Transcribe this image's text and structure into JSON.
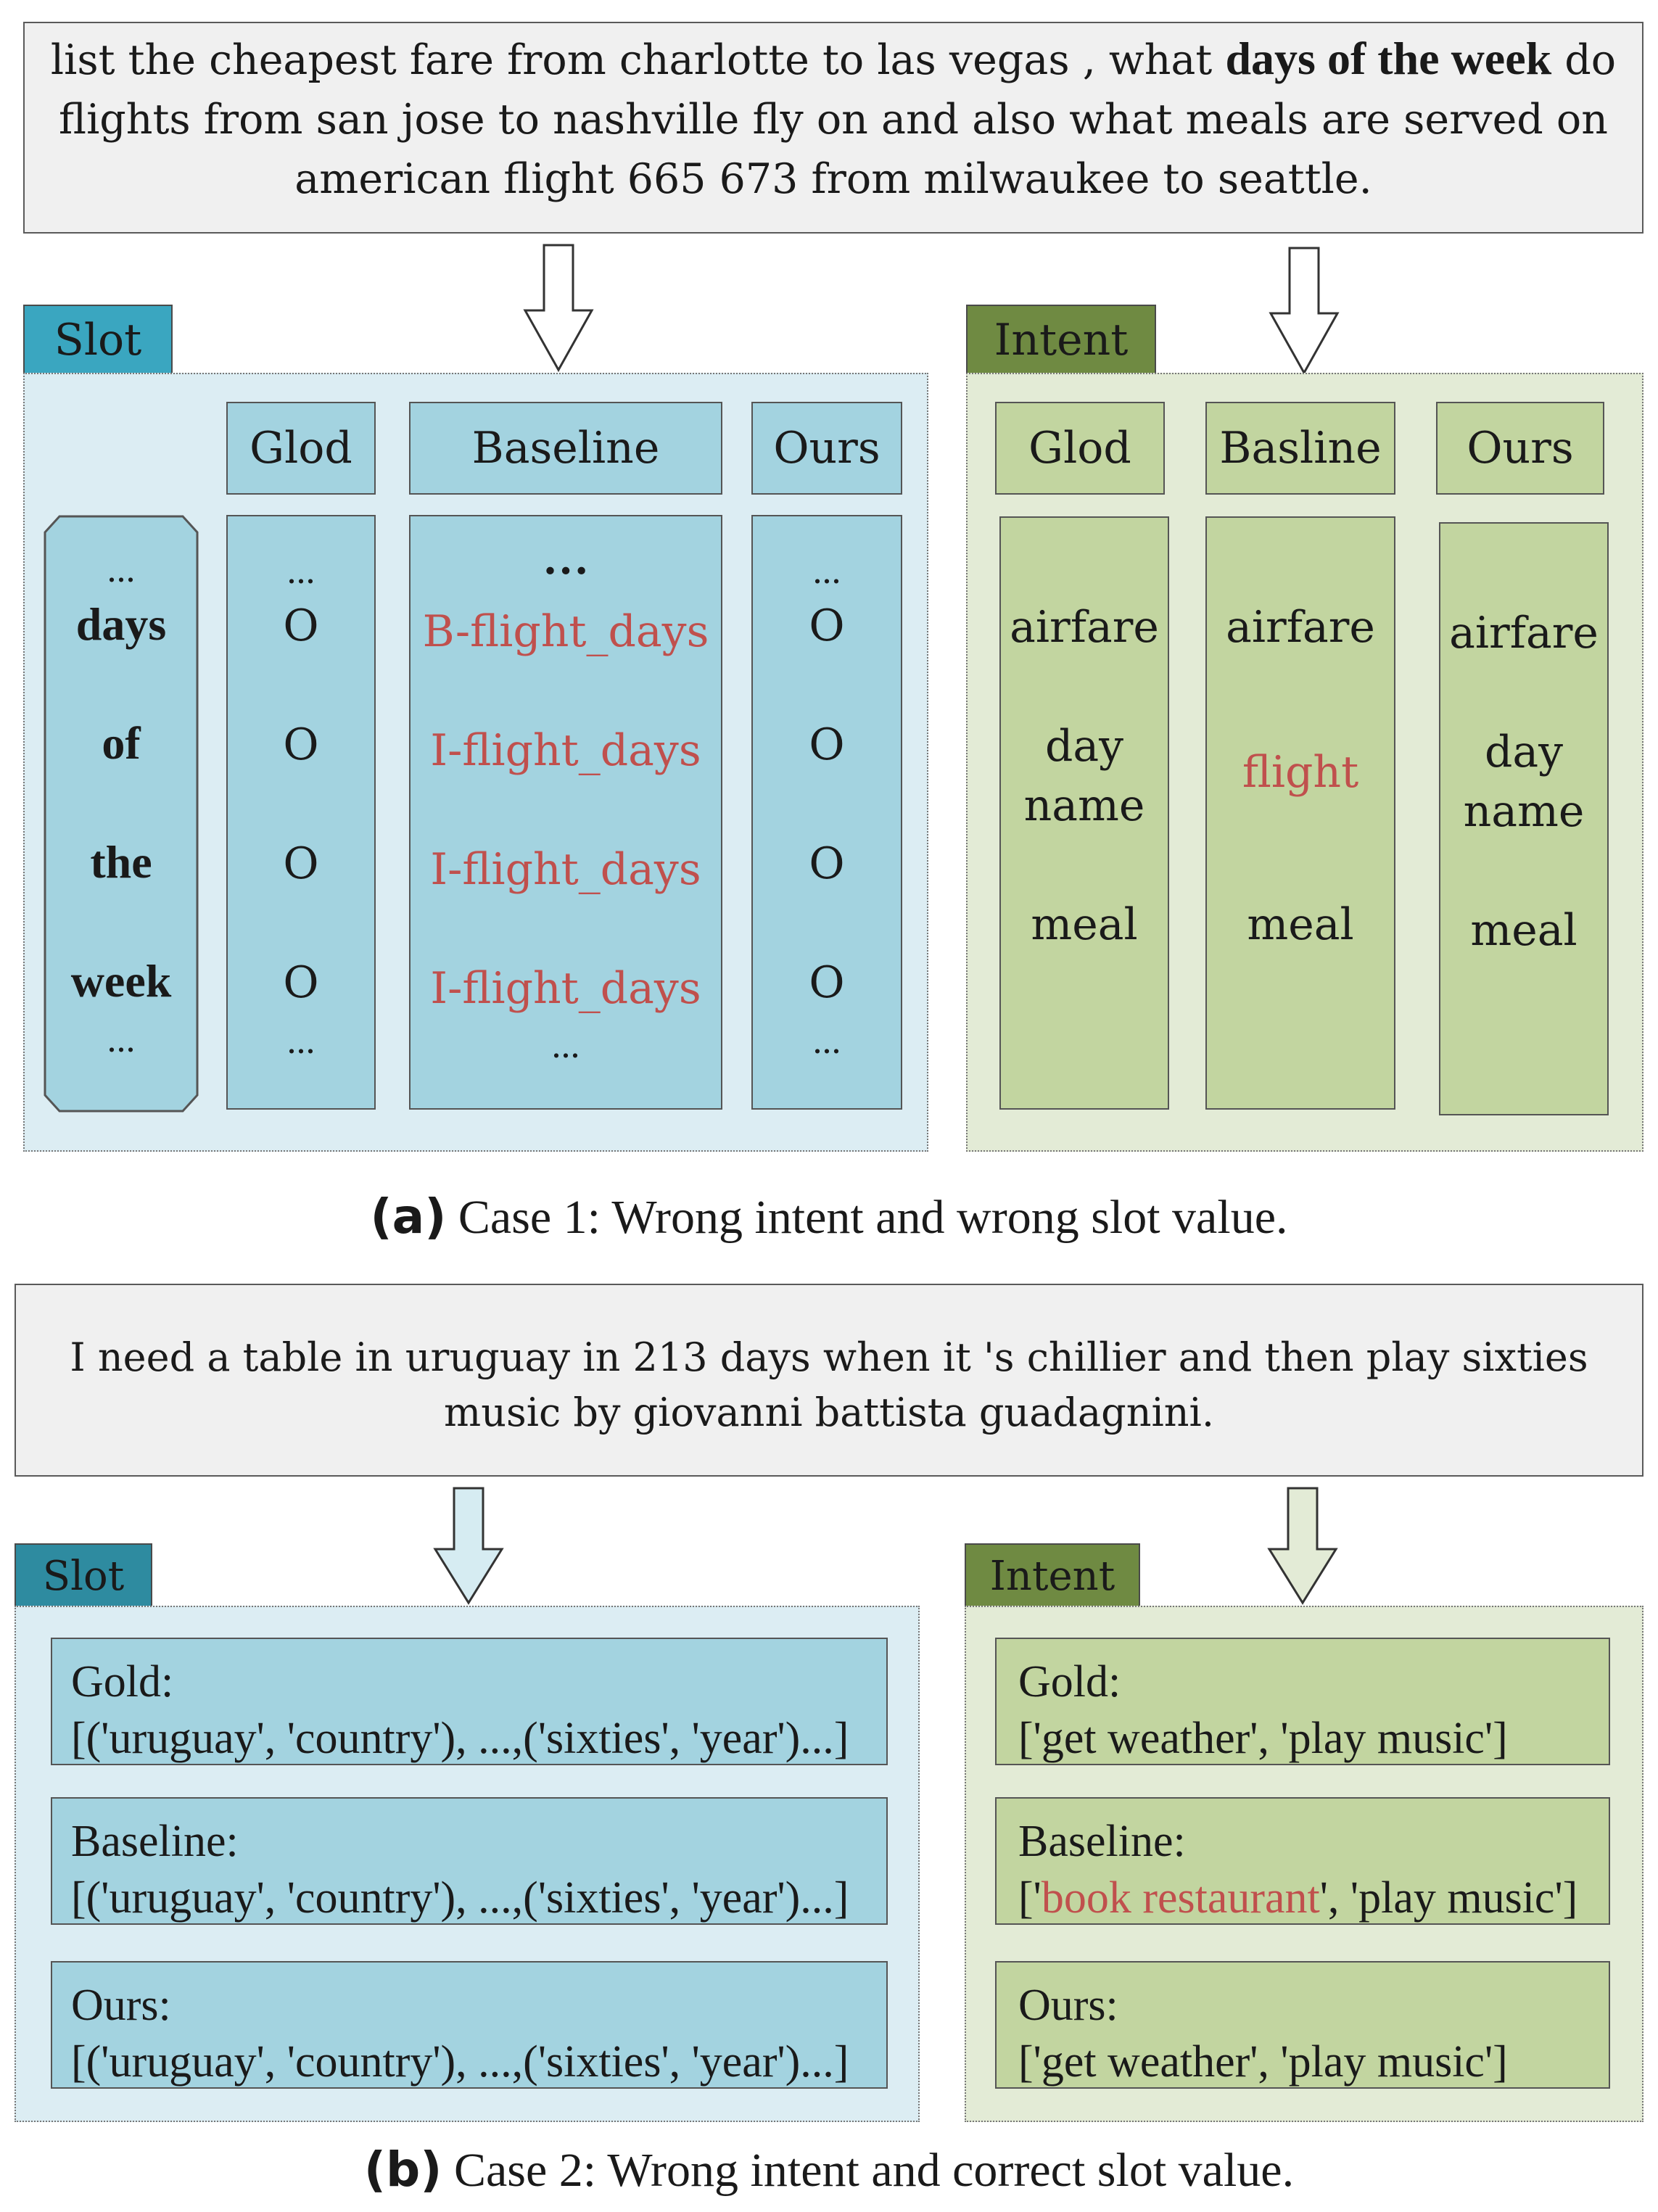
{
  "case1": {
    "query_before": "list the cheapest fare from charlotte to las vegas , what ",
    "query_bold": "days of the week",
    "query_after": " do flights from san jose to nashville fly on and also what meals are served on american flight 665 673 from milwaukee to seattle.",
    "slot_tab": "Slot",
    "intent_tab": "Intent",
    "slot_headers": [
      "Glod",
      "Baseline",
      "Ours"
    ],
    "intent_headers": [
      "Glod",
      "Basline",
      "Ours"
    ],
    "ellipsis": "...",
    "baseline_ellipsis_top": "…",
    "words": [
      "days",
      "of",
      "the",
      "week"
    ],
    "gold_tags": [
      "O",
      "O",
      "O",
      "O"
    ],
    "baseline_tags": [
      "B-flight_days",
      "I-flight_days",
      "I-flight_days",
      "I-flight_days"
    ],
    "ours_tags": [
      "O",
      "O",
      "O",
      "O"
    ],
    "gold_intents": [
      "airfare",
      "day",
      "name",
      "meal"
    ],
    "baseline_intents": [
      "airfare",
      "flight",
      "meal"
    ],
    "ours_intents": [
      "airfare",
      "day",
      "name",
      "meal"
    ],
    "caption_label": "(a)",
    "caption_text": " Case 1: Wrong intent and wrong slot value."
  },
  "case2": {
    "query": "I need a table in uruguay in 213 days when it 's chillier and then play sixties music by giovanni battista guadagnini.",
    "slot_tab": "Slot",
    "intent_tab": "Intent",
    "slot_boxes": [
      {
        "label": "Gold:",
        "value": "[('uruguay', 'country'), ...,('sixties', 'year')...]"
      },
      {
        "label": "Baseline:",
        "value": "[('uruguay', 'country'), ...,('sixties', 'year')...]"
      },
      {
        "label": "Ours:",
        "value": "[('uruguay', 'country'), ...,('sixties', 'year')...]"
      }
    ],
    "intent_boxes": [
      {
        "label": "Gold:",
        "value": "['get weather', 'play music']"
      },
      {
        "label": "Baseline:",
        "value_prefix": "['",
        "value_wrong": "book restaurant",
        "value_suffix": "', 'play music']"
      },
      {
        "label": "Ours:",
        "value": "['get weather', 'play music']"
      }
    ],
    "caption_label": "(b)",
    "caption_text": " Case 2: Wrong intent and correct slot value."
  },
  "colors": {
    "slot_tab": "#3aa6c0",
    "slot_panel": "#dcedf3",
    "slot_cell": "#a3d3e0",
    "intent_tab": "#6f8a42",
    "intent_panel": "#e3ebd6",
    "intent_cell": "#c2d5a0",
    "error_text": "#c0504d"
  }
}
